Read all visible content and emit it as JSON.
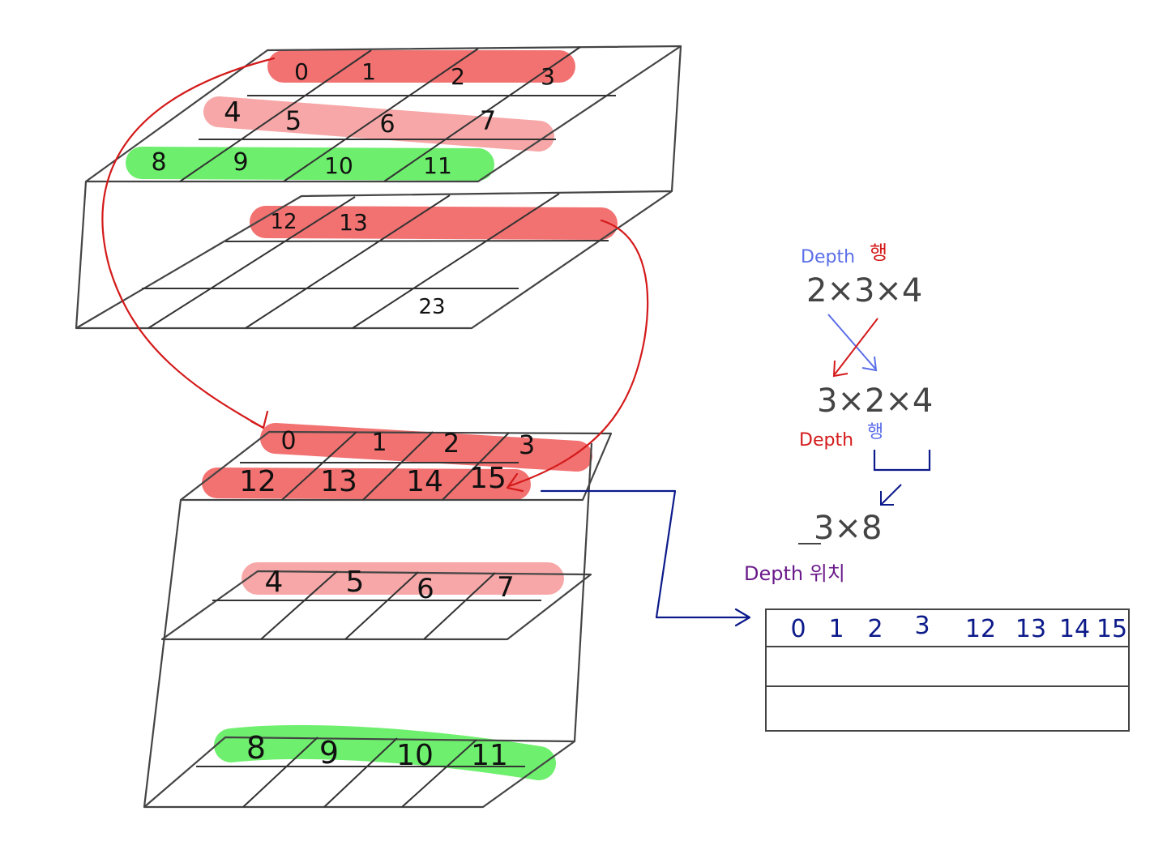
{
  "top_block": {
    "upper_layer": {
      "rows": [
        [
          "0",
          "1",
          "2",
          "3"
        ],
        [
          "4",
          "5",
          "6",
          "7"
        ],
        [
          "8",
          "9",
          "10",
          "11"
        ]
      ]
    },
    "lower_layer": {
      "first_row": [
        "12",
        "13"
      ],
      "last_cell": "23"
    }
  },
  "bottom_block": {
    "top_layer": {
      "rows": [
        [
          "0",
          "1",
          "2",
          "3"
        ],
        [
          "12",
          "13",
          "14",
          "15"
        ]
      ]
    },
    "middle_layer": {
      "row": [
        "4",
        "5",
        "6",
        "7"
      ]
    },
    "bottom_layer": {
      "row": [
        "8",
        "9",
        "10",
        "11"
      ]
    }
  },
  "shape_notes": {
    "label_depth_1": "Depth",
    "label_row_1": "행",
    "shape_1": "2×3×4",
    "shape_2": "3×2×4",
    "label_depth_2": "Depth",
    "label_row_2": "행",
    "shape_3": "3×8",
    "label_depth_position": "Depth 위치"
  },
  "result_table": {
    "first_row": [
      "0",
      "1",
      "2",
      "3",
      "12",
      "13",
      "14",
      "15"
    ]
  },
  "colors": {
    "highlight_red": "#f26a6a",
    "highlight_pink": "#f7a3a3",
    "highlight_green": "#66ee66",
    "arrow_red": "#d41a1a",
    "arrow_navy": "#0c1a8a",
    "note_blue": "#5a6ee8",
    "note_purple": "#6a1a8a"
  }
}
